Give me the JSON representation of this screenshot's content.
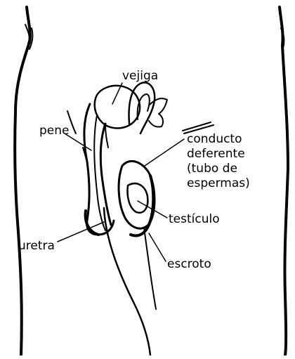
{
  "labels": {
    "vejiga": "vejiga",
    "pene": "pene",
    "conducto_lines": [
      "conducto",
      "deferente",
      "(tubo de",
      "espermas)"
    ],
    "testiculo": "testículo",
    "uretra": "uretra",
    "escroto": "escroto"
  },
  "colors": {
    "ink": "#000000",
    "background": "#ffffff"
  }
}
